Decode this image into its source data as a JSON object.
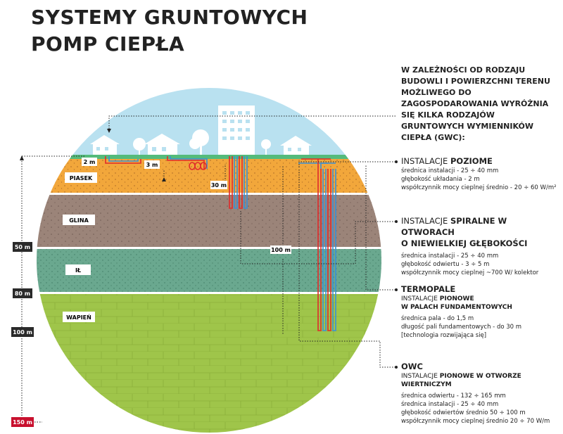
{
  "title": {
    "line1": "SYSTEMY GRUNTOWYCH",
    "line2": "POMP CIEPŁA"
  },
  "intro": "W ZALEŻNOŚCI OD RODZAJU BUDOWLI I POWIERZCHNI TERENU MOŻLIWEGO DO ZAGOSPODAROWANIA WYRÓŻNIA SIĘ KILKA RODZAJÓW GRUNTOWYCH WYMIENNIKÓW CIEPŁA (GWC):",
  "sections": {
    "poziome": {
      "title_prefix": "INSTALACJE ",
      "title_bold": "POZIOME",
      "lines": [
        "średnica instalacji - 25 ÷ 40 mm",
        "głębokość układania - 2 m",
        "współczynnik mocy cieplnej średnio - 20 ÷ 60 W/m²"
      ]
    },
    "spiralne": {
      "title_prefix": "INSTALACJE ",
      "title_bold": "SPIRALNE W OTWORACH",
      "title_line2": "O NIEWIELKIEJ GŁĘBOKOŚCI",
      "lines": [
        "średnica instalacji - 25 ÷ 40 mm",
        "głębokość odwiertu - 3 ÷ 5 m",
        "współczynnik mocy cieplnej ~700 W/ kolektor"
      ]
    },
    "termopale": {
      "title": "TERMOPALE",
      "sub1_prefix": "INSTALACJE ",
      "sub1_bold": "PIONOWE",
      "sub2": "W PALACH FUNDAMENTOWYCH",
      "lines": [
        "średnica pala - do 1,5 m",
        "długość pali fundamentowych - do 30 m",
        "[technologia rozwijająca się]"
      ]
    },
    "owc": {
      "title": "OWC",
      "sub1_prefix": "INSTALACJE ",
      "sub1_bold": "PIONOWE W OTWORZE",
      "sub2": "WIERTNICZYM",
      "lines": [
        "średnica odwiertu - 132 ÷ 165 mm",
        "średnica instalacji - 25 ÷ 40 mm",
        "głębokość odwiertów średnio 50 ÷ 100 m",
        "współczynnik mocy cieplnej średnio 20 ÷ 70 W/m"
      ]
    }
  },
  "layers": [
    "PIASEK",
    "GLINA",
    "IŁ",
    "WAPIEŃ"
  ],
  "depth_labels": [
    "50 m",
    "80 m",
    "100 m",
    "150 m"
  ],
  "diagram_labels": {
    "d2": "2 m",
    "d3": "3 m",
    "d30": "30 m",
    "d100": "100 m"
  },
  "colors": {
    "sky": "#b9e1f0",
    "grass": "#54bb7b",
    "sand": "#f2a73b",
    "clay": "#9b8479",
    "silt": "#6aa88f",
    "limestone": "#9fc54a",
    "pipe_red": "#e02b2b",
    "pipe_blue": "#3a8fd6",
    "depth_dark": "#2a2a2a",
    "depth_red": "#c8102e"
  }
}
